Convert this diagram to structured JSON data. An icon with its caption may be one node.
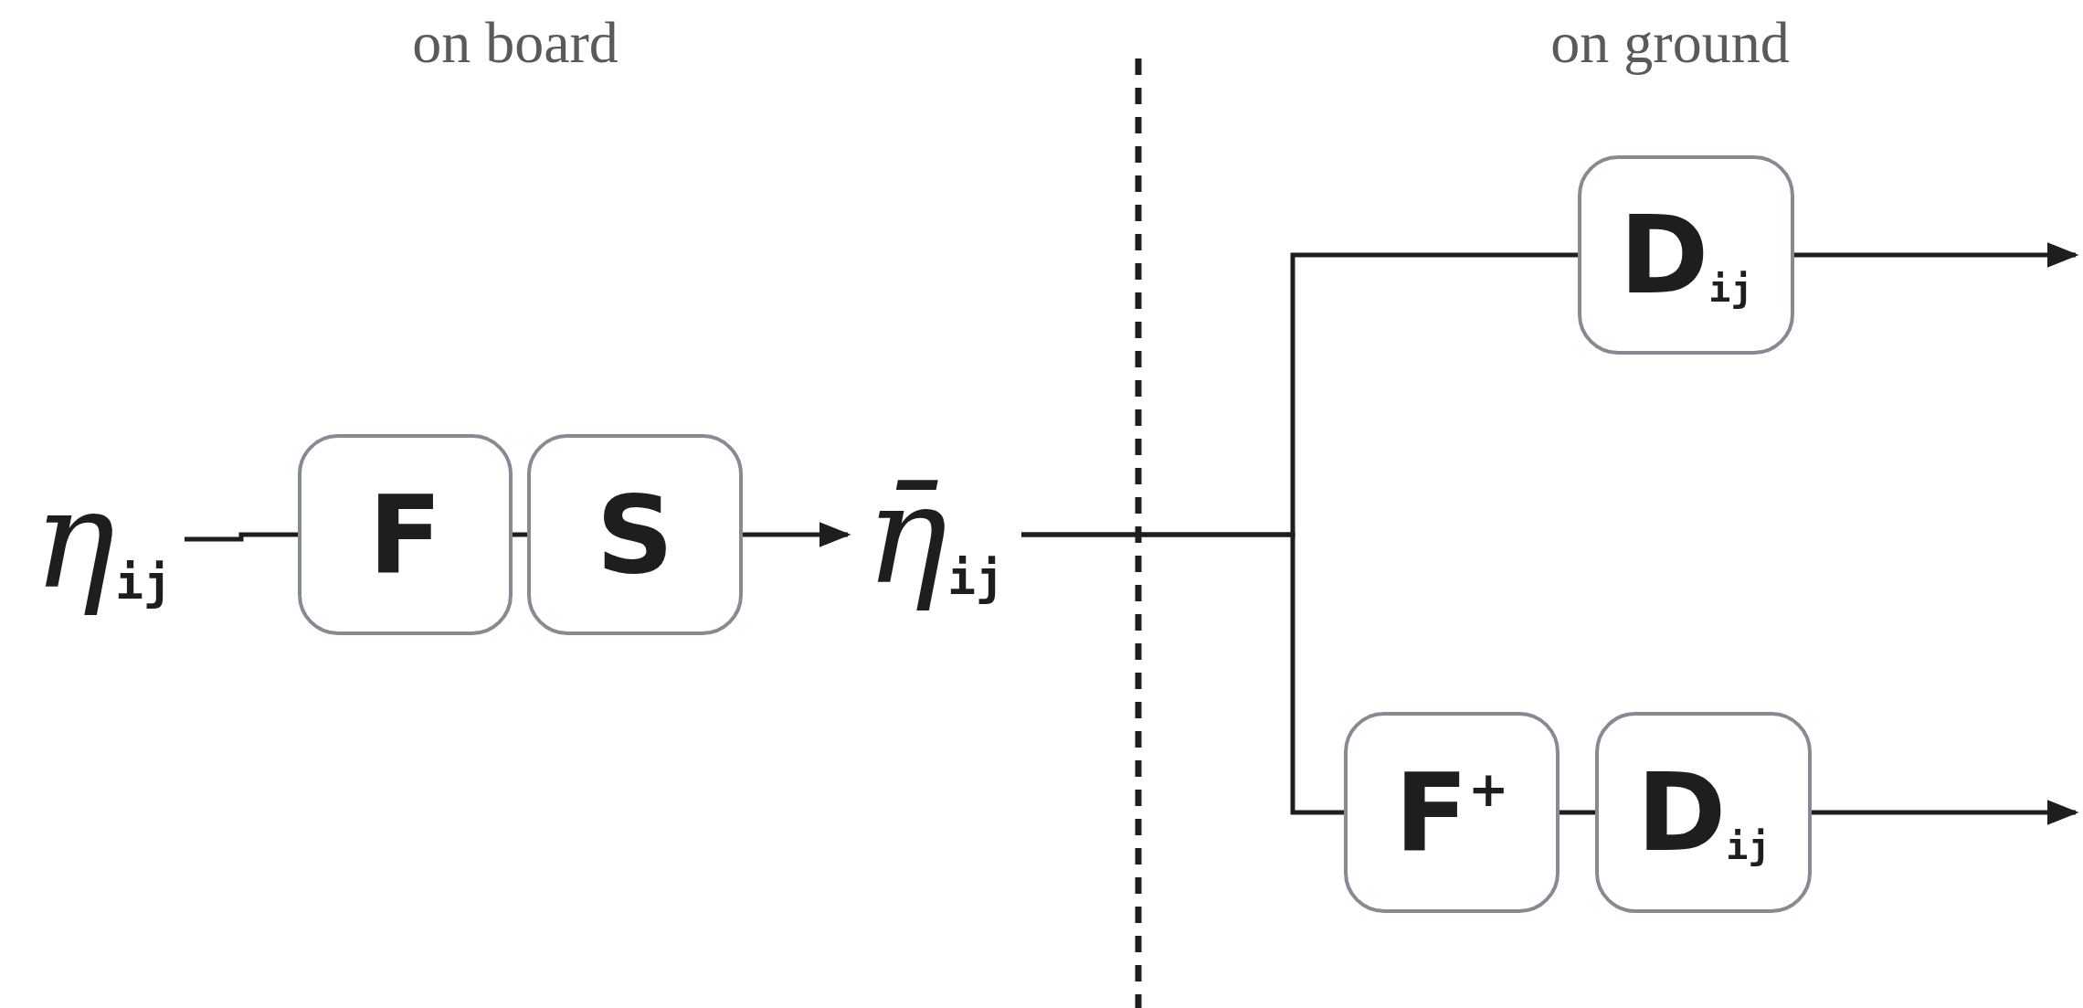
{
  "diagram": {
    "nodes": [
      {
        "text": [
          "η$_{ij}$"
        ]
      },
      {
        "text": [
          "F"
        ]
      },
      {
        "text": [
          "S"
        ]
      },
      {
        "text": [
          "η̄$_{ij}$"
        ]
      },
      {
        "text": [
          "D$_{ij}$"
        ]
      },
      {
        "text": [
          "F$^{+}$"
        ]
      },
      {
        "text": [
          "D$_{ij}$"
        ]
      }
    ],
    "edges": [
      {
        "from": 0,
        "to": 1,
        "arrow": "none"
      },
      {
        "from": 1,
        "to": 2,
        "arrow": "none"
      },
      {
        "from": 2,
        "to": 3,
        "arrow": "to"
      },
      {
        "from": 3,
        "to": 4,
        "arrow": "none"
      },
      {
        "from": 3,
        "to": 5,
        "arrow": "none"
      },
      {
        "from": 5,
        "to": 6,
        "arrow": "none"
      },
      {
        "from": 4,
        "to": null,
        "arrow": "to"
      },
      {
        "from": 6,
        "to": null,
        "arrow": "to"
      }
    ],
    "labels": [
      "on board",
      "on ground"
    ]
  }
}
